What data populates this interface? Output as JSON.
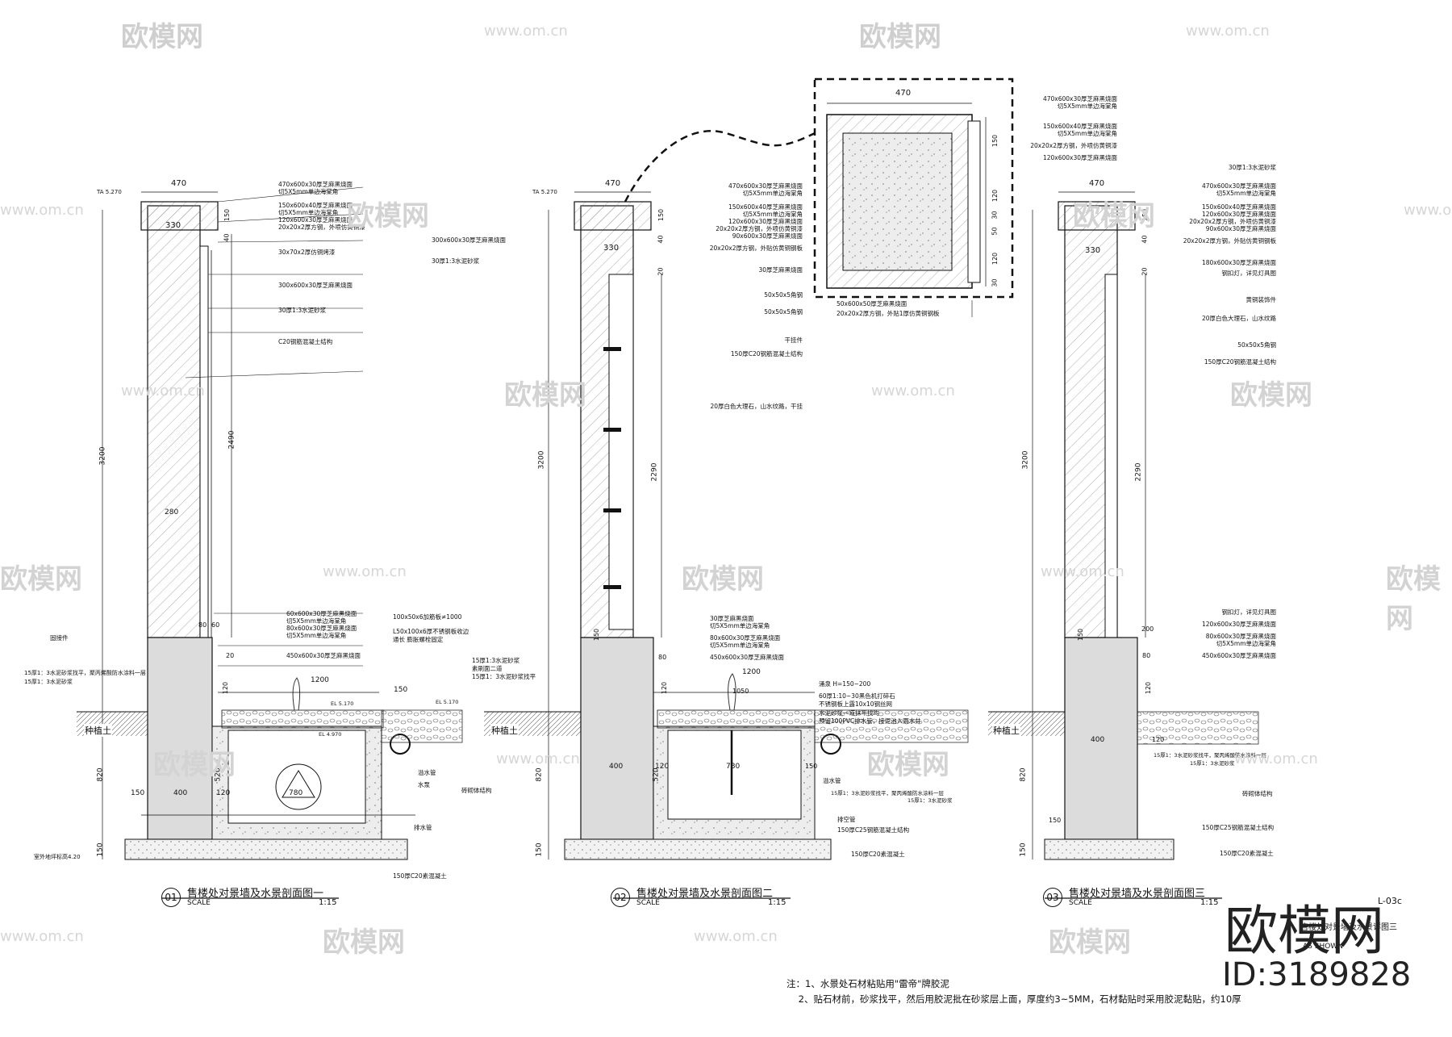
{
  "sections": [
    {
      "num": "01",
      "title": "售楼处对景墙及水景剖面图一",
      "scale_label": "SCALE",
      "ratio": "1:15",
      "level": "TA 5.270",
      "dims": {
        "top_width": "470",
        "inner_width": "330",
        "height_total": "3200",
        "height_mid": "2490",
        "base_h": "820",
        "footing_h": "150",
        "pool_width": "1200",
        "pool_inner": "780",
        "base_width": "400",
        "footing_left": "150",
        "col_gap": "120",
        "pool_depth": "520",
        "mid_thk": "280",
        "v150": "150",
        "v120": "120",
        "v60": "60",
        "v40": "40",
        "v20": "20",
        "v80": "80"
      },
      "callouts": [
        "470x600x30厚芝麻黑烧面",
        "切5X5mm单边海棠角",
        "150x600x40厚芝麻黑烧面",
        "切5X5mm单边海棠角",
        "120x600x30厚芝麻黑烧面",
        "20x20x2厚方钢，外喷仿黄铜漆",
        "30x70x2厚仿铜烤漆",
        "300x600x30厚芝麻黑烧面",
        "30厚1:3水泥砂浆",
        "C20钢筋混凝土结构"
      ],
      "bottom_callouts": [
        "60x600x30厚芝麻黑烧面",
        "切5X5mm单边海棠角",
        "80x600x30厚芝麻黑烧面",
        "切5X5mm单边海棠角",
        "450x600x30厚芝麻黑烧面",
        "100x50x6加筋板≠1000",
        "L50x100x6厚不锈钢板收边",
        "通长  膨胀螺栓固定"
      ],
      "left_callouts": [
        "固接件",
        "15厚1：3水泥砂浆找平，聚丙烯酸防水涂料一层",
        "15厚1：3水泥砂浆"
      ],
      "ground_labels": [
        "种植土",
        "EL 5.170",
        "EL 4.970",
        "EL 5.170"
      ],
      "pool_labels": [
        "溢水管",
        "水泵",
        "排水管",
        "150厚C20素混凝土"
      ],
      "base_label": "室外地坪标高4.20"
    },
    {
      "num": "02",
      "title": "售楼处对景墙及水景剖面图二",
      "scale_label": "SCALE",
      "ratio": "1:15",
      "level": "TA 5.270",
      "dims": {
        "top_width": "470",
        "inner_width": "330",
        "height_total": "3200",
        "height_mid": "2290",
        "base_h": "820",
        "footing_h": "150",
        "pool_width": "1200",
        "pool_inner": "780",
        "base_width": "400",
        "col_gap": "120",
        "pool_depth": "520",
        "v150": "150",
        "v120": "120",
        "v20": "20",
        "v40": "40",
        "v80": "80",
        "v1050": "1050"
      },
      "callouts": [
        "470x600x30厚芝麻黑烧面",
        "切5X5mm单边海棠角",
        "150x600x40厚芝麻黑烧面",
        "切5X5mm单边海棠角",
        "120x600x30厚芝麻黑烧面",
        "20x20x2厚方钢，外喷仿黄铜漆",
        "90x600x30厚芝麻黑烧面",
        "20x20x2厚方钢，外贴仿黄铜钢板",
        "30厚芝麻黑烧面",
        "50x50x5角钢",
        "50x50x5角钢",
        "干挂件",
        "150厚C20钢筋混凝土结构",
        "20厚白色大理石，山水纹路，干挂"
      ],
      "left_callouts": [
        "300x600x30厚芝麻黑烧面",
        "30厚1:3水泥砂浆"
      ],
      "bottom_callouts": [
        "30厚芝麻黑烧面",
        "切5X5mm单边海棠角",
        "80x600x30厚芝麻黑烧面",
        "切5X5mm单边海棠角",
        "450x600x30厚芝麻黑烧面",
        "涌泉 H=150~200",
        "60厚1:10~30黑色机打碎石",
        "不锈钢板上露10x10钢丝网",
        "水泥砂浆一道抹平找均",
        "预留100PVC排水管，接泥池入雨水井"
      ],
      "left_bottom": [
        "15厚1:3水泥砂浆",
        "素刷面二道",
        "15厚1：3水泥砂浆找平"
      ],
      "ground_labels": [
        "种植土",
        "砖砌体结构"
      ],
      "pool_labels": [
        "溢水管",
        "15厚1：3水泥砂浆找平，聚丙烯酸防水涂料一层",
        "15厚1：3水泥砂浆",
        "排空管",
        "150厚C25钢筋混凝土结构",
        "150厚C20素混凝土"
      ]
    },
    {
      "num": "03",
      "title": "售楼处对景墙及水景剖面图三",
      "scale_label": "SCALE",
      "ratio": "1:15",
      "dims": {
        "top_width": "470",
        "inner_width": "330",
        "height_total": "3200",
        "height_mid": "2290",
        "base_h": "820",
        "footing_h": "150",
        "base_width": "400",
        "col_gap": "120",
        "v150": "150",
        "v120": "120",
        "v20": "20",
        "v40": "40",
        "v80": "80",
        "v200": "200"
      },
      "callouts": [
        "30厚1:3水泥砂浆",
        "470x600x30厚芝麻黑烧面",
        "切5X5mm单边海棠角",
        "150x600x40厚芝麻黑烧面",
        "120x600x30厚芝麻黑烧面",
        "20x20x2厚方钢，外喷仿黄铜漆",
        "90x600x30厚芝麻黑烧面",
        "20x20x2厚方钢，外贴仿黄铜钢板",
        "180x600x30厚芝麻黑烧面",
        "钢扣灯，详见灯具图",
        "黄铜装饰件",
        "20厚白色大理石，山水纹路",
        "50x50x5角钢",
        "150厚C20钢筋混凝土结构"
      ],
      "bottom_callouts": [
        "钢扣灯，详见灯具图",
        "120x600x30厚芝麻黑烧面",
        "80x600x30厚芝麻黑烧面",
        "切5X5mm单边海棠角",
        "450x600x30厚芝麻黑烧面"
      ],
      "pool_labels": [
        "15厚1：3水泥砂浆找平，聚丙烯酸防水涂料一层",
        "15厚1：3水泥砂浆",
        "砖砌体结构",
        "150厚C25钢筋混凝土结构",
        "150厚C20素混凝土"
      ],
      "ground_labels": [
        "种植土"
      ]
    }
  ],
  "detail": {
    "top_dim": "470",
    "callouts": [
      "470x600x30厚芝麻黑烧面",
      "切5X5mm单边海棠角",
      "150x600x40厚芝麻黑烧面",
      "切5X5mm单边海棠角",
      "20x20x2厚方钢，外喷仿黄铜漆",
      "120x600x30厚芝麻黑烧面"
    ],
    "bottom_callouts": [
      "50x600x50厚芝麻黑烧面",
      "20x20x2厚方钢，外贴1厚仿黄铜钢板"
    ],
    "dims": [
      "150",
      "120",
      "30",
      "50",
      "120",
      "30"
    ]
  },
  "sheet": {
    "code": "L-03c",
    "title": "售楼处对景墙及水景详图三",
    "extra": "AS SHOWN"
  },
  "notes": "注：1、水景处石材粘贴用\"雷帝\"牌胶泥\n    2、贴石材前，砂浆找平，然后用胶泥批在砂浆层上面，厚度约3~5MM，石材黏贴时采用胶泥黏贴，约10厚",
  "watermark": {
    "brand": "欧模网",
    "site": "www.om.cn",
    "id_text": "ID:3189828"
  }
}
